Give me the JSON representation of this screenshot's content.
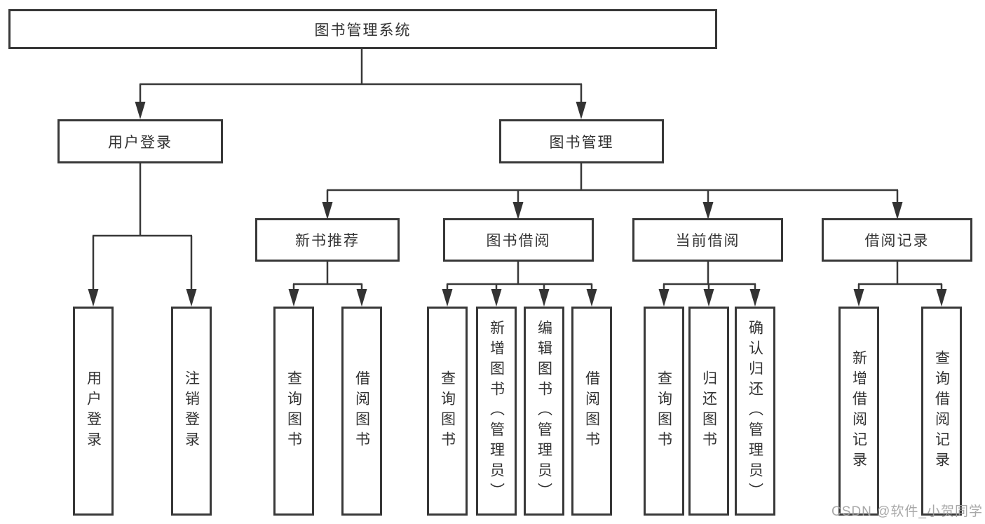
{
  "diagram": {
    "title": "图书管理系统",
    "branches": [
      {
        "label": "用户登录",
        "children": [
          {
            "label": "用户登录"
          },
          {
            "label": "注销登录"
          }
        ]
      },
      {
        "label": "图书管理",
        "sections": [
          {
            "label": "新书推荐",
            "children": [
              {
                "label": "查询图书"
              },
              {
                "label": "借阅图书"
              }
            ]
          },
          {
            "label": "图书借阅",
            "children": [
              {
                "label": "查询图书"
              },
              {
                "label": "新增图书（管理员）"
              },
              {
                "label": "编辑图书（管理员）"
              },
              {
                "label": "借阅图书"
              }
            ]
          },
          {
            "label": "当前借阅",
            "children": [
              {
                "label": "查询图书"
              },
              {
                "label": "归还图书"
              },
              {
                "label": "确认归还（管理员）"
              }
            ]
          },
          {
            "label": "借阅记录",
            "children": [
              {
                "label": "新增借阅记录"
              },
              {
                "label": "查询借阅记录"
              }
            ]
          }
        ]
      }
    ]
  },
  "watermark": "CSDN @软件_小贺同学",
  "colors": {
    "line": "#383838",
    "text": "#333333",
    "background": "#ffffff",
    "watermark": "#9e9e9e"
  }
}
